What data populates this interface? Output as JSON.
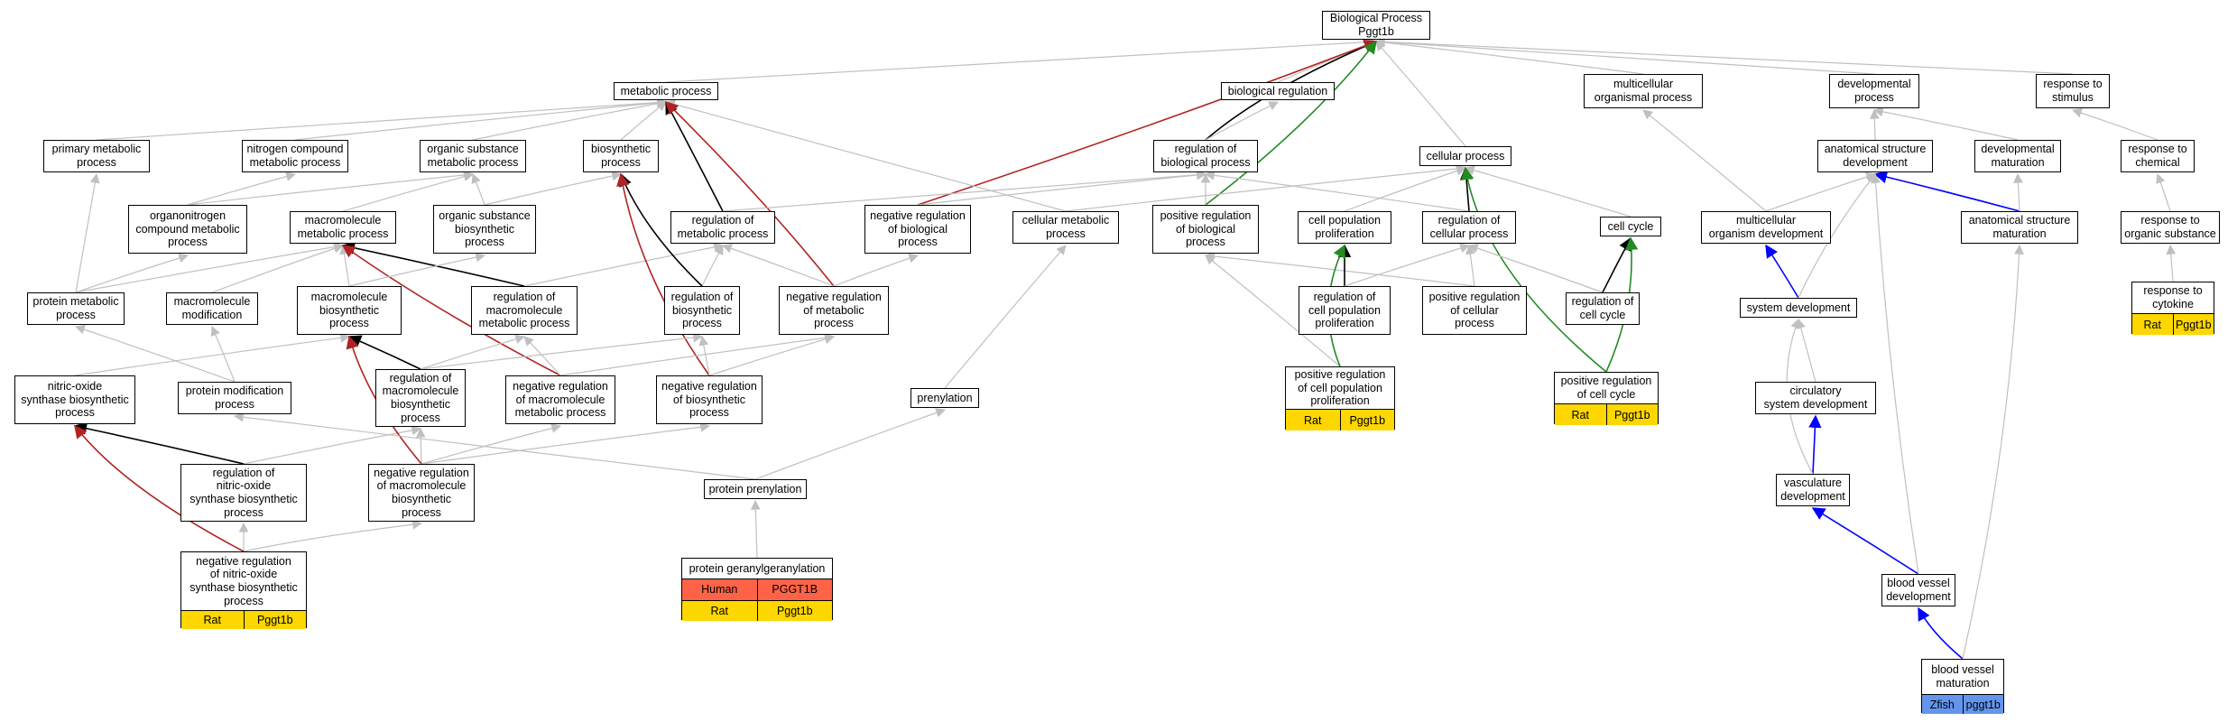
{
  "title": "Biological Process\nPggt1b",
  "colors": {
    "rat": "#ffd700",
    "human": "#ff6347",
    "zfish": "#6495ed",
    "edge_is_a": "#c0c0c0",
    "edge_part_of": "#000000",
    "edge_negative": "#b22222",
    "edge_positive": "#228b22",
    "edge_develops": "#0000ff"
  },
  "nodes": [
    {
      "id": "bp",
      "label": "Biological Process\nPggt1b"
    },
    {
      "id": "metabolic",
      "label": "metabolic process"
    },
    {
      "id": "bioreg",
      "label": "biological regulation"
    },
    {
      "id": "multiorg",
      "label": "multicellular\norganismal process"
    },
    {
      "id": "developmental",
      "label": "developmental\nprocess"
    },
    {
      "id": "stimulus",
      "label": "response to\nstimulus"
    },
    {
      "id": "primary",
      "label": "primary metabolic\nprocess"
    },
    {
      "id": "nitrogen",
      "label": "nitrogen compound\nmetabolic process"
    },
    {
      "id": "organicsub",
      "label": "organic substance\nmetabolic process"
    },
    {
      "id": "biosynthetic",
      "label": "biosynthetic\nprocess"
    },
    {
      "id": "regbio",
      "label": "regulation of\nbiological process"
    },
    {
      "id": "cellular",
      "label": "cellular process"
    },
    {
      "id": "anatdev",
      "label": "anatomical structure\ndevelopment"
    },
    {
      "id": "devmat",
      "label": "developmental\nmaturation"
    },
    {
      "id": "chemical",
      "label": "response to\nchemical"
    },
    {
      "id": "organonitro",
      "label": "organonitrogen\ncompound metabolic\nprocess"
    },
    {
      "id": "macromet",
      "label": "macromolecule\nmetabolic process"
    },
    {
      "id": "orgbiosyn",
      "label": "organic substance\nbiosynthetic\nprocess"
    },
    {
      "id": "regmet",
      "label": "regulation of\nmetabolic process"
    },
    {
      "id": "negregbio",
      "label": "negative regulation\nof biological\nprocess"
    },
    {
      "id": "cellmet",
      "label": "cellular metabolic\nprocess"
    },
    {
      "id": "posregbio",
      "label": "positive regulation\nof biological\nprocess"
    },
    {
      "id": "cellprolif",
      "label": "cell population\nproliferation"
    },
    {
      "id": "regcell",
      "label": "regulation of\ncellular process"
    },
    {
      "id": "cellcycle",
      "label": "cell cycle"
    },
    {
      "id": "multidev",
      "label": "multicellular\norganism development"
    },
    {
      "id": "anatmat",
      "label": "anatomical structure\nmaturation"
    },
    {
      "id": "orgsub",
      "label": "response to\norganic substance"
    },
    {
      "id": "protmet",
      "label": "protein metabolic\nprocess"
    },
    {
      "id": "macromod",
      "label": "macromolecule\nmodification"
    },
    {
      "id": "macrobiosyn",
      "label": "macromolecule\nbiosynthetic\nprocess"
    },
    {
      "id": "regmacromet",
      "label": "regulation of\nmacromolecule\nmetabolic process"
    },
    {
      "id": "regbiosyn",
      "label": "regulation of\nbiosynthetic\nprocess"
    },
    {
      "id": "negregmet",
      "label": "negative regulation\nof metabolic\nprocess"
    },
    {
      "id": "regprolif",
      "label": "regulation of\ncell population\nproliferation"
    },
    {
      "id": "posregcell",
      "label": "positive regulation\nof cellular\nprocess"
    },
    {
      "id": "regcellcycle",
      "label": "regulation of\ncell cycle"
    },
    {
      "id": "sysdev",
      "label": "system development"
    },
    {
      "id": "nitric",
      "label": "nitric-oxide\nsynthase biosynthetic\nprocess"
    },
    {
      "id": "protmod",
      "label": "protein modification\nprocess"
    },
    {
      "id": "regmacrobiosyn",
      "label": "regulation of\nmacromolecule\nbiosynthetic\nprocess"
    },
    {
      "id": "negregmacromet",
      "label": "negative regulation\nof macromolecule\nmetabolic process"
    },
    {
      "id": "negregbiosyn",
      "label": "negative regulation\nof biosynthetic\nprocess"
    },
    {
      "id": "prenylation",
      "label": "prenylation"
    },
    {
      "id": "circsys",
      "label": "circulatory\nsystem development"
    },
    {
      "id": "regnitric",
      "label": "regulation of\nnitric-oxide\nsynthase biosynthetic\nprocess"
    },
    {
      "id": "negregmacrobiosyn",
      "label": "negative regulation\nof macromolecule\nbiosynthetic\nprocess"
    },
    {
      "id": "protpren",
      "label": "protein prenylation"
    },
    {
      "id": "vascdev",
      "label": "vasculature\ndevelopment"
    },
    {
      "id": "bvdev",
      "label": "blood vessel\ndevelopment"
    }
  ],
  "annotated": [
    {
      "id": "negregnitric",
      "label": "negative regulation\nof nitric-oxide\nsynthase biosynthetic\nprocess",
      "rows": [
        {
          "species": "Rat",
          "gene": "Pggt1b",
          "color": "#ffd700"
        }
      ]
    },
    {
      "id": "protger",
      "label": "protein geranylgeranylation",
      "rows": [
        {
          "species": "Human",
          "gene": "PGGT1B",
          "color": "#ff6347"
        },
        {
          "species": "Rat",
          "gene": "Pggt1b",
          "color": "#ffd700"
        }
      ]
    },
    {
      "id": "posregprolif",
      "label": "positive regulation\nof cell population\nproliferation",
      "rows": [
        {
          "species": "Rat",
          "gene": "Pggt1b",
          "color": "#ffd700"
        }
      ]
    },
    {
      "id": "posregcellcycle",
      "label": "positive regulation\nof cell cycle",
      "rows": [
        {
          "species": "Rat",
          "gene": "Pggt1b",
          "color": "#ffd700"
        }
      ]
    },
    {
      "id": "cytokine",
      "label": "response to\ncytokine",
      "rows": [
        {
          "species": "Rat",
          "gene": "Pggt1b",
          "color": "#ffd700"
        }
      ]
    },
    {
      "id": "bvmat",
      "label": "blood vessel\nmaturation",
      "rows": [
        {
          "species": "Zfish",
          "gene": "pggt1b",
          "color": "#6495ed"
        }
      ]
    }
  ]
}
